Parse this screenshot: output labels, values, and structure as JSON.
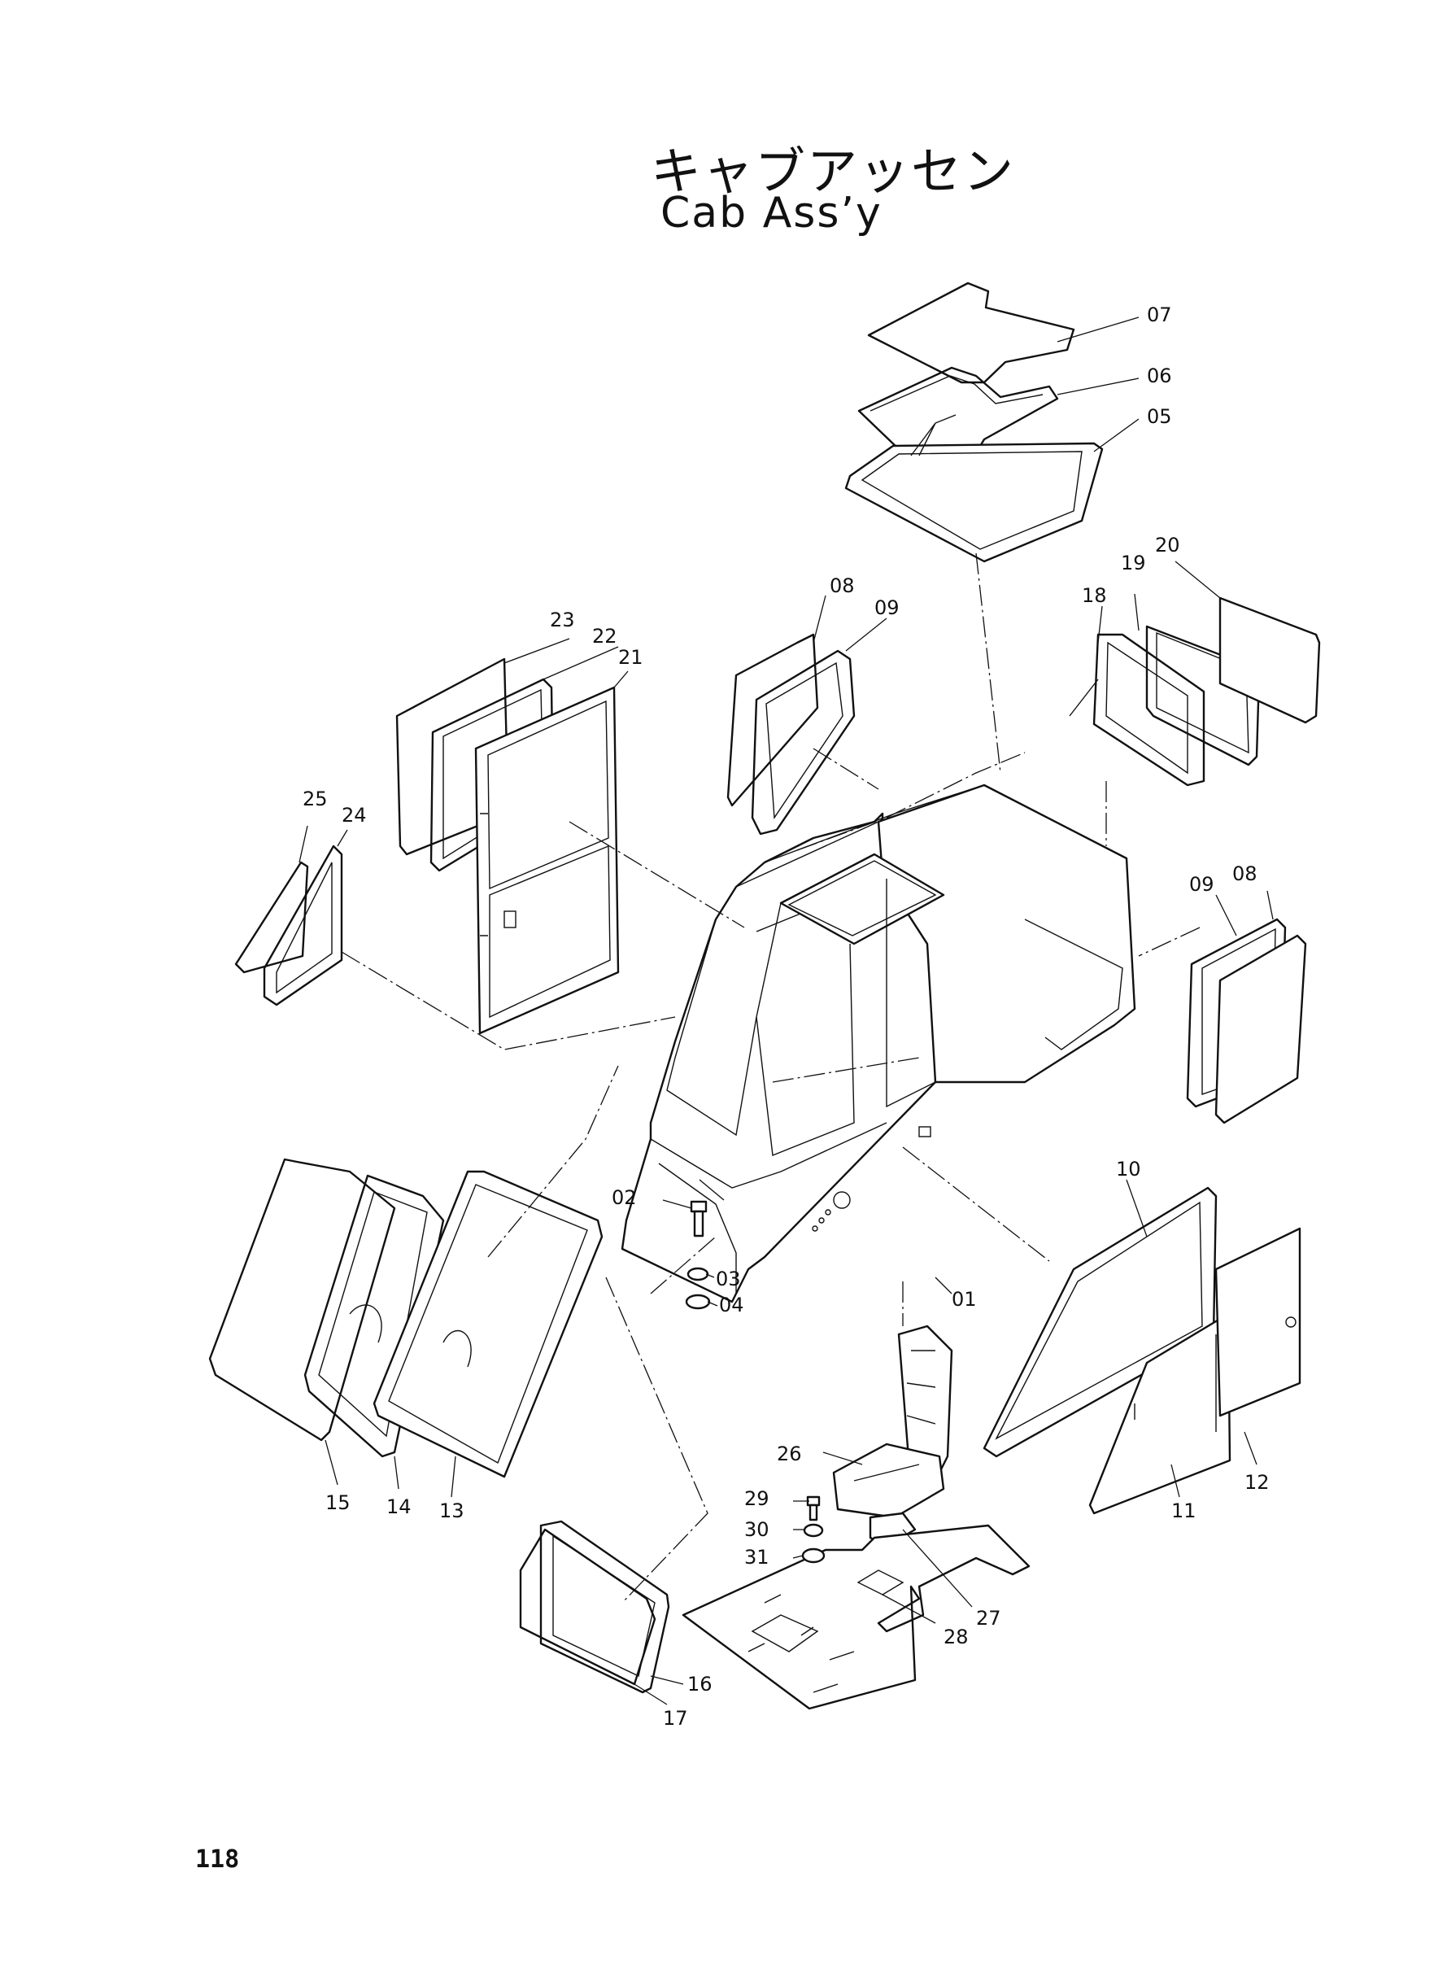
{
  "title": {
    "japanese": "キャブアッセン",
    "english": "Cab Ass’y"
  },
  "page_number": "118",
  "callouts": [
    {
      "id": "c07",
      "text": "07"
    },
    {
      "id": "c06",
      "text": "06"
    },
    {
      "id": "c05",
      "text": "05"
    },
    {
      "id": "c08a",
      "text": "08"
    },
    {
      "id": "c09a",
      "text": "09"
    },
    {
      "id": "c18",
      "text": "18"
    },
    {
      "id": "c19",
      "text": "19"
    },
    {
      "id": "c20",
      "text": "20"
    },
    {
      "id": "c23",
      "text": "23"
    },
    {
      "id": "c22",
      "text": "22"
    },
    {
      "id": "c21",
      "text": "21"
    },
    {
      "id": "c25",
      "text": "25"
    },
    {
      "id": "c24",
      "text": "24"
    },
    {
      "id": "c09b",
      "text": "09"
    },
    {
      "id": "c08b",
      "text": "08"
    },
    {
      "id": "c02",
      "text": "02"
    },
    {
      "id": "c03",
      "text": "03"
    },
    {
      "id": "c04",
      "text": "04"
    },
    {
      "id": "c01",
      "text": "01"
    },
    {
      "id": "c10",
      "text": "10"
    },
    {
      "id": "c12",
      "text": "12"
    },
    {
      "id": "c11",
      "text": "11"
    },
    {
      "id": "c15",
      "text": "15"
    },
    {
      "id": "c14",
      "text": "14"
    },
    {
      "id": "c13",
      "text": "13"
    },
    {
      "id": "c26",
      "text": "26"
    },
    {
      "id": "c29",
      "text": "29"
    },
    {
      "id": "c30",
      "text": "30"
    },
    {
      "id": "c31",
      "text": "31"
    },
    {
      "id": "c27",
      "text": "27"
    },
    {
      "id": "c28",
      "text": "28"
    },
    {
      "id": "c16",
      "text": "16"
    },
    {
      "id": "c17",
      "text": "17"
    }
  ]
}
